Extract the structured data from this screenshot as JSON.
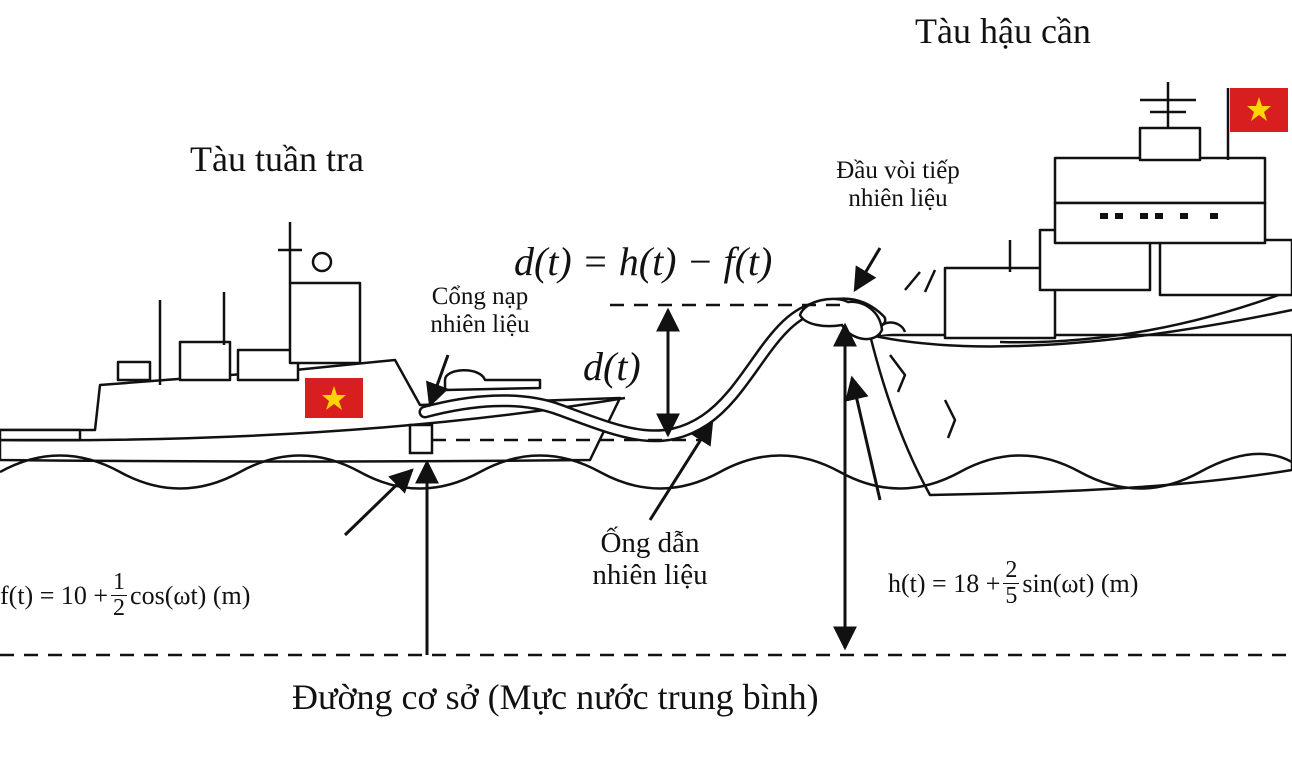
{
  "labels": {
    "supply_ship": "Tàu hậu cần",
    "patrol_ship": "Tàu tuần tra",
    "nozzle_line1": "Đầu vòi tiếp",
    "nozzle_line2": "nhiên liệu",
    "port_line1": "Cổng nạp",
    "port_line2": "nhiên liệu",
    "hose_line1": "Ống dẫn",
    "hose_line2": "nhiên liệu",
    "baseline": "Đường cơ sở (Mực nước trung bình)"
  },
  "equations": {
    "main": "d(t) = h(t) − f(t)",
    "d": "d(t)",
    "f": {
      "lhs": "f(t) = 10 + ",
      "num": "1",
      "den": "2",
      "rhs": "cos(ωt)  (m)"
    },
    "h": {
      "lhs": "h(t) = 18 + ",
      "num": "2",
      "den": "5",
      "rhs": "sin(ωt)  (m)"
    }
  },
  "colors": {
    "flag_red": "#d81e1e",
    "flag_star": "#ffd400",
    "line": "#111111"
  }
}
